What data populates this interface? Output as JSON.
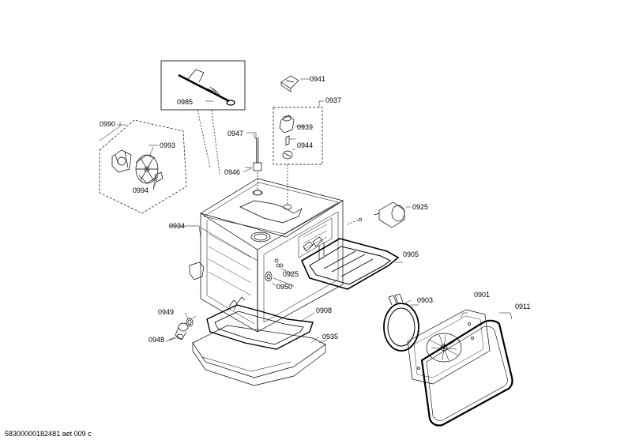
{
  "footer": "58300000182481 aet 009 c",
  "parts": {
    "p0985": "0985",
    "p0990": "0990",
    "p0993": "0993",
    "p0994": "0994",
    "p0947": "0947",
    "p0946": "0946",
    "p0941": "0941",
    "p0937": "0937",
    "p0939": "0939",
    "p0944": "0944",
    "p0925a": "0925",
    "p0934": "0934",
    "p0905": "0905",
    "p0925b": "0925",
    "p0950": "0950",
    "p0949": "0949",
    "p0948": "0948",
    "p0908": "0908",
    "p0935": "0935",
    "p0903": "0903",
    "p0901": "0901",
    "p0911": "0911"
  }
}
